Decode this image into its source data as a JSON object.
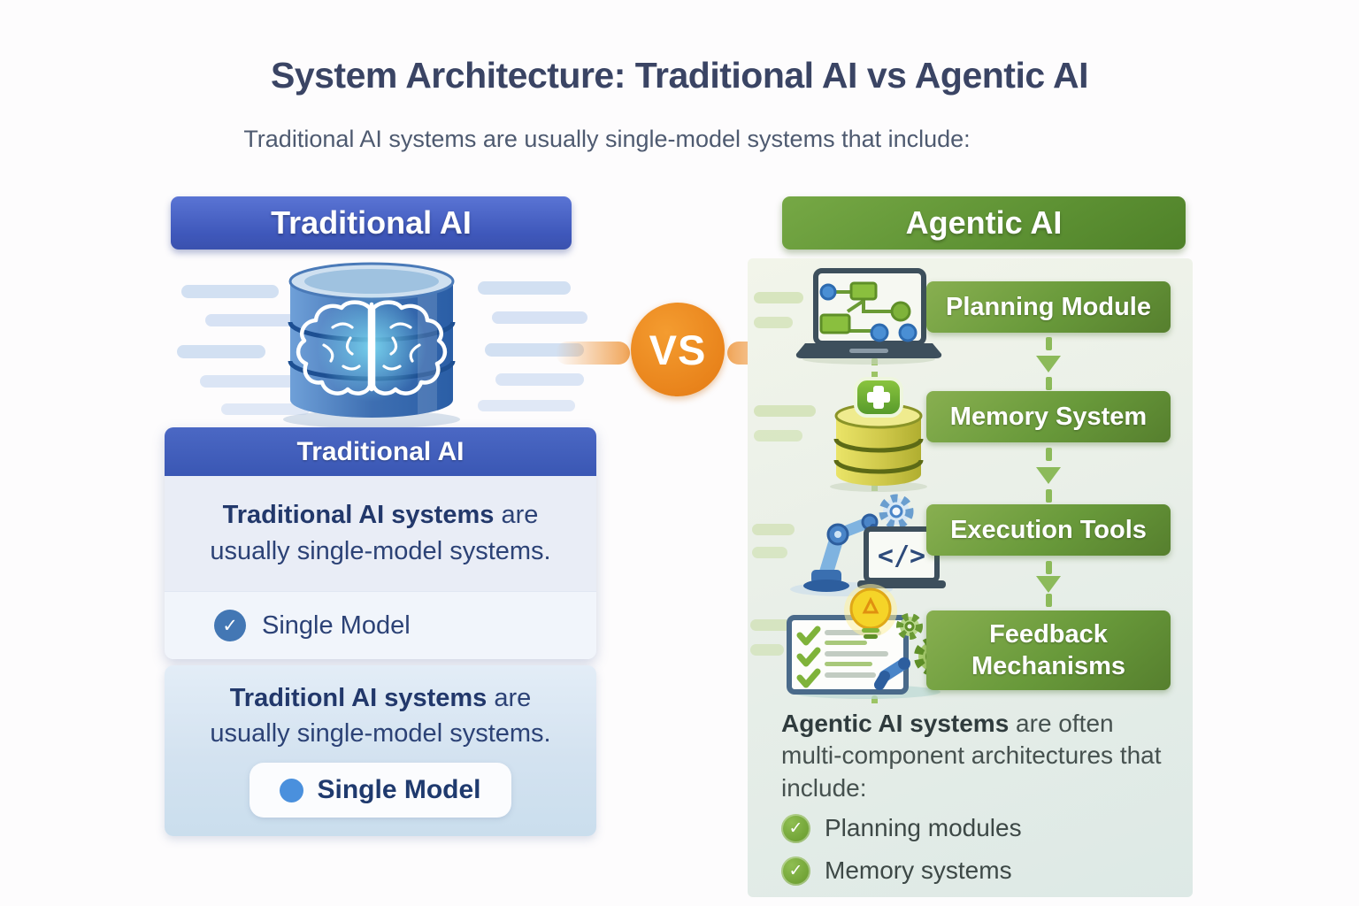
{
  "page": {
    "title": "System Architecture: Traditional AI vs Agentic AI",
    "subtitle": "Traditional AI systems are usually single-model systems that include:"
  },
  "vs_label": "VS",
  "icons": {
    "check": "✓",
    "left_illustration": "database-brain-icon",
    "module_icons": [
      "laptop-flowchart-icon",
      "database-plus-icon",
      "robot-arm-code-icon",
      "checklist-bulb-gears-icon"
    ]
  },
  "left": {
    "banner": "Traditional AI",
    "card": {
      "header": "Traditional AI",
      "body_bold": "Traditional AI systems",
      "body_rest": " are usually single-model systems.",
      "feature": "Single Model"
    },
    "card2": {
      "body_bold": "Traditionl AI systems",
      "body_rest": " are usually single-model systems.",
      "feature": "Single Model"
    }
  },
  "right": {
    "banner": "Agentic AI",
    "modules": [
      {
        "label": "Planning Module"
      },
      {
        "label": "Memory System"
      },
      {
        "label": "Execution Tools"
      },
      {
        "label": "Feedback Mechanisms"
      }
    ],
    "summary": {
      "bold": "Agentic AI systems",
      "rest": " are often multi-component architectures that include:",
      "items": [
        "Planning modules",
        "Memory systems"
      ]
    }
  },
  "colors": {
    "blue_accent": "#3f58bb",
    "green_accent": "#5d9133",
    "orange_accent": "#ee8a1e",
    "navy_text": "#2c4276"
  }
}
